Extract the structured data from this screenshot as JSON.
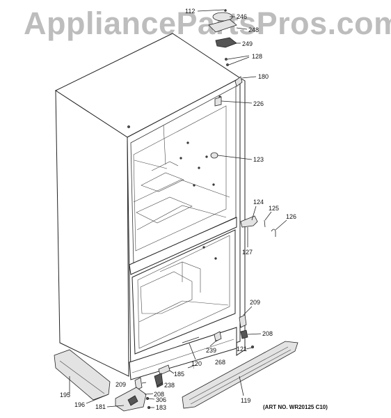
{
  "watermark": "AppliancePartsPros.com",
  "art_number": "(ART NO. WR20125 C10)",
  "callouts": [
    {
      "id": "c112",
      "label": "112"
    },
    {
      "id": "c246",
      "label": "246"
    },
    {
      "id": "c248",
      "label": "248"
    },
    {
      "id": "c249",
      "label": "249"
    },
    {
      "id": "c128",
      "label": "128"
    },
    {
      "id": "c180",
      "label": "180"
    },
    {
      "id": "c226",
      "label": "226"
    },
    {
      "id": "c123",
      "label": "123"
    },
    {
      "id": "c124",
      "label": "124"
    },
    {
      "id": "c125",
      "label": "125"
    },
    {
      "id": "c126",
      "label": "126"
    },
    {
      "id": "c127",
      "label": "127"
    },
    {
      "id": "c209a",
      "label": "209"
    },
    {
      "id": "c208a",
      "label": "208"
    },
    {
      "id": "c239",
      "label": "239"
    },
    {
      "id": "c121",
      "label": "121"
    },
    {
      "id": "c268",
      "label": "268"
    },
    {
      "id": "c120",
      "label": "120"
    },
    {
      "id": "c185",
      "label": "185"
    },
    {
      "id": "c238",
      "label": "238"
    },
    {
      "id": "c209b",
      "label": "209"
    },
    {
      "id": "c208b",
      "label": "208"
    },
    {
      "id": "c119",
      "label": "119"
    },
    {
      "id": "c195",
      "label": "195"
    },
    {
      "id": "c196",
      "label": "196"
    },
    {
      "id": "c181",
      "label": "181"
    },
    {
      "id": "c306",
      "label": "306"
    },
    {
      "id": "c183",
      "label": "183"
    }
  ]
}
